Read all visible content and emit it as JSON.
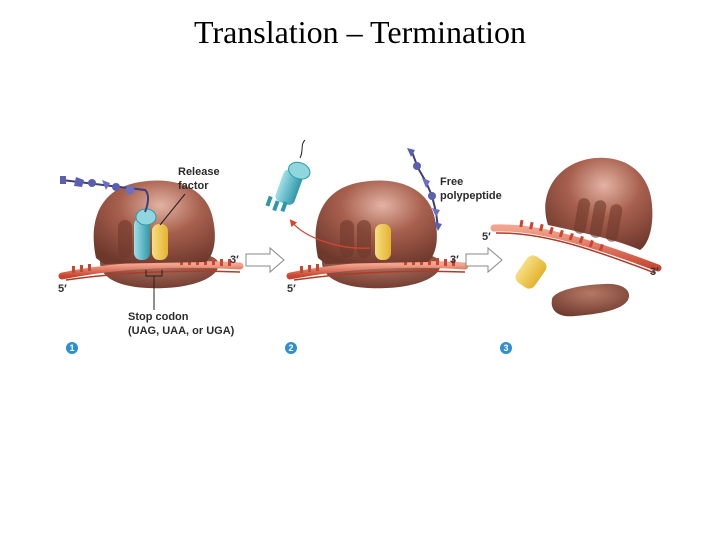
{
  "title": "Translation – Termination",
  "panel1": {
    "release_label_1": "Release",
    "release_label_2": "factor",
    "stop_label_1": "Stop codon",
    "stop_label_2": "(UAG, UAA, or UGA)",
    "end3": "3′",
    "end5": "5′",
    "step": "1"
  },
  "panel2": {
    "free_label_1": "Free",
    "free_label_2": "polypeptide",
    "end3": "3′",
    "end5": "5′",
    "step": "2"
  },
  "panel3": {
    "end3": "3′",
    "end5": "5′",
    "step": "3"
  },
  "colors": {
    "ribosome": "#8a4a3c",
    "ribosome_light": "#c98a78",
    "mrna": "#d9432e",
    "release_factor": "#4fb9c6",
    "trna_yellow": "#f2c84b",
    "polypeptide": "#5a5fb0",
    "step_badge": "#2f8fd0"
  }
}
